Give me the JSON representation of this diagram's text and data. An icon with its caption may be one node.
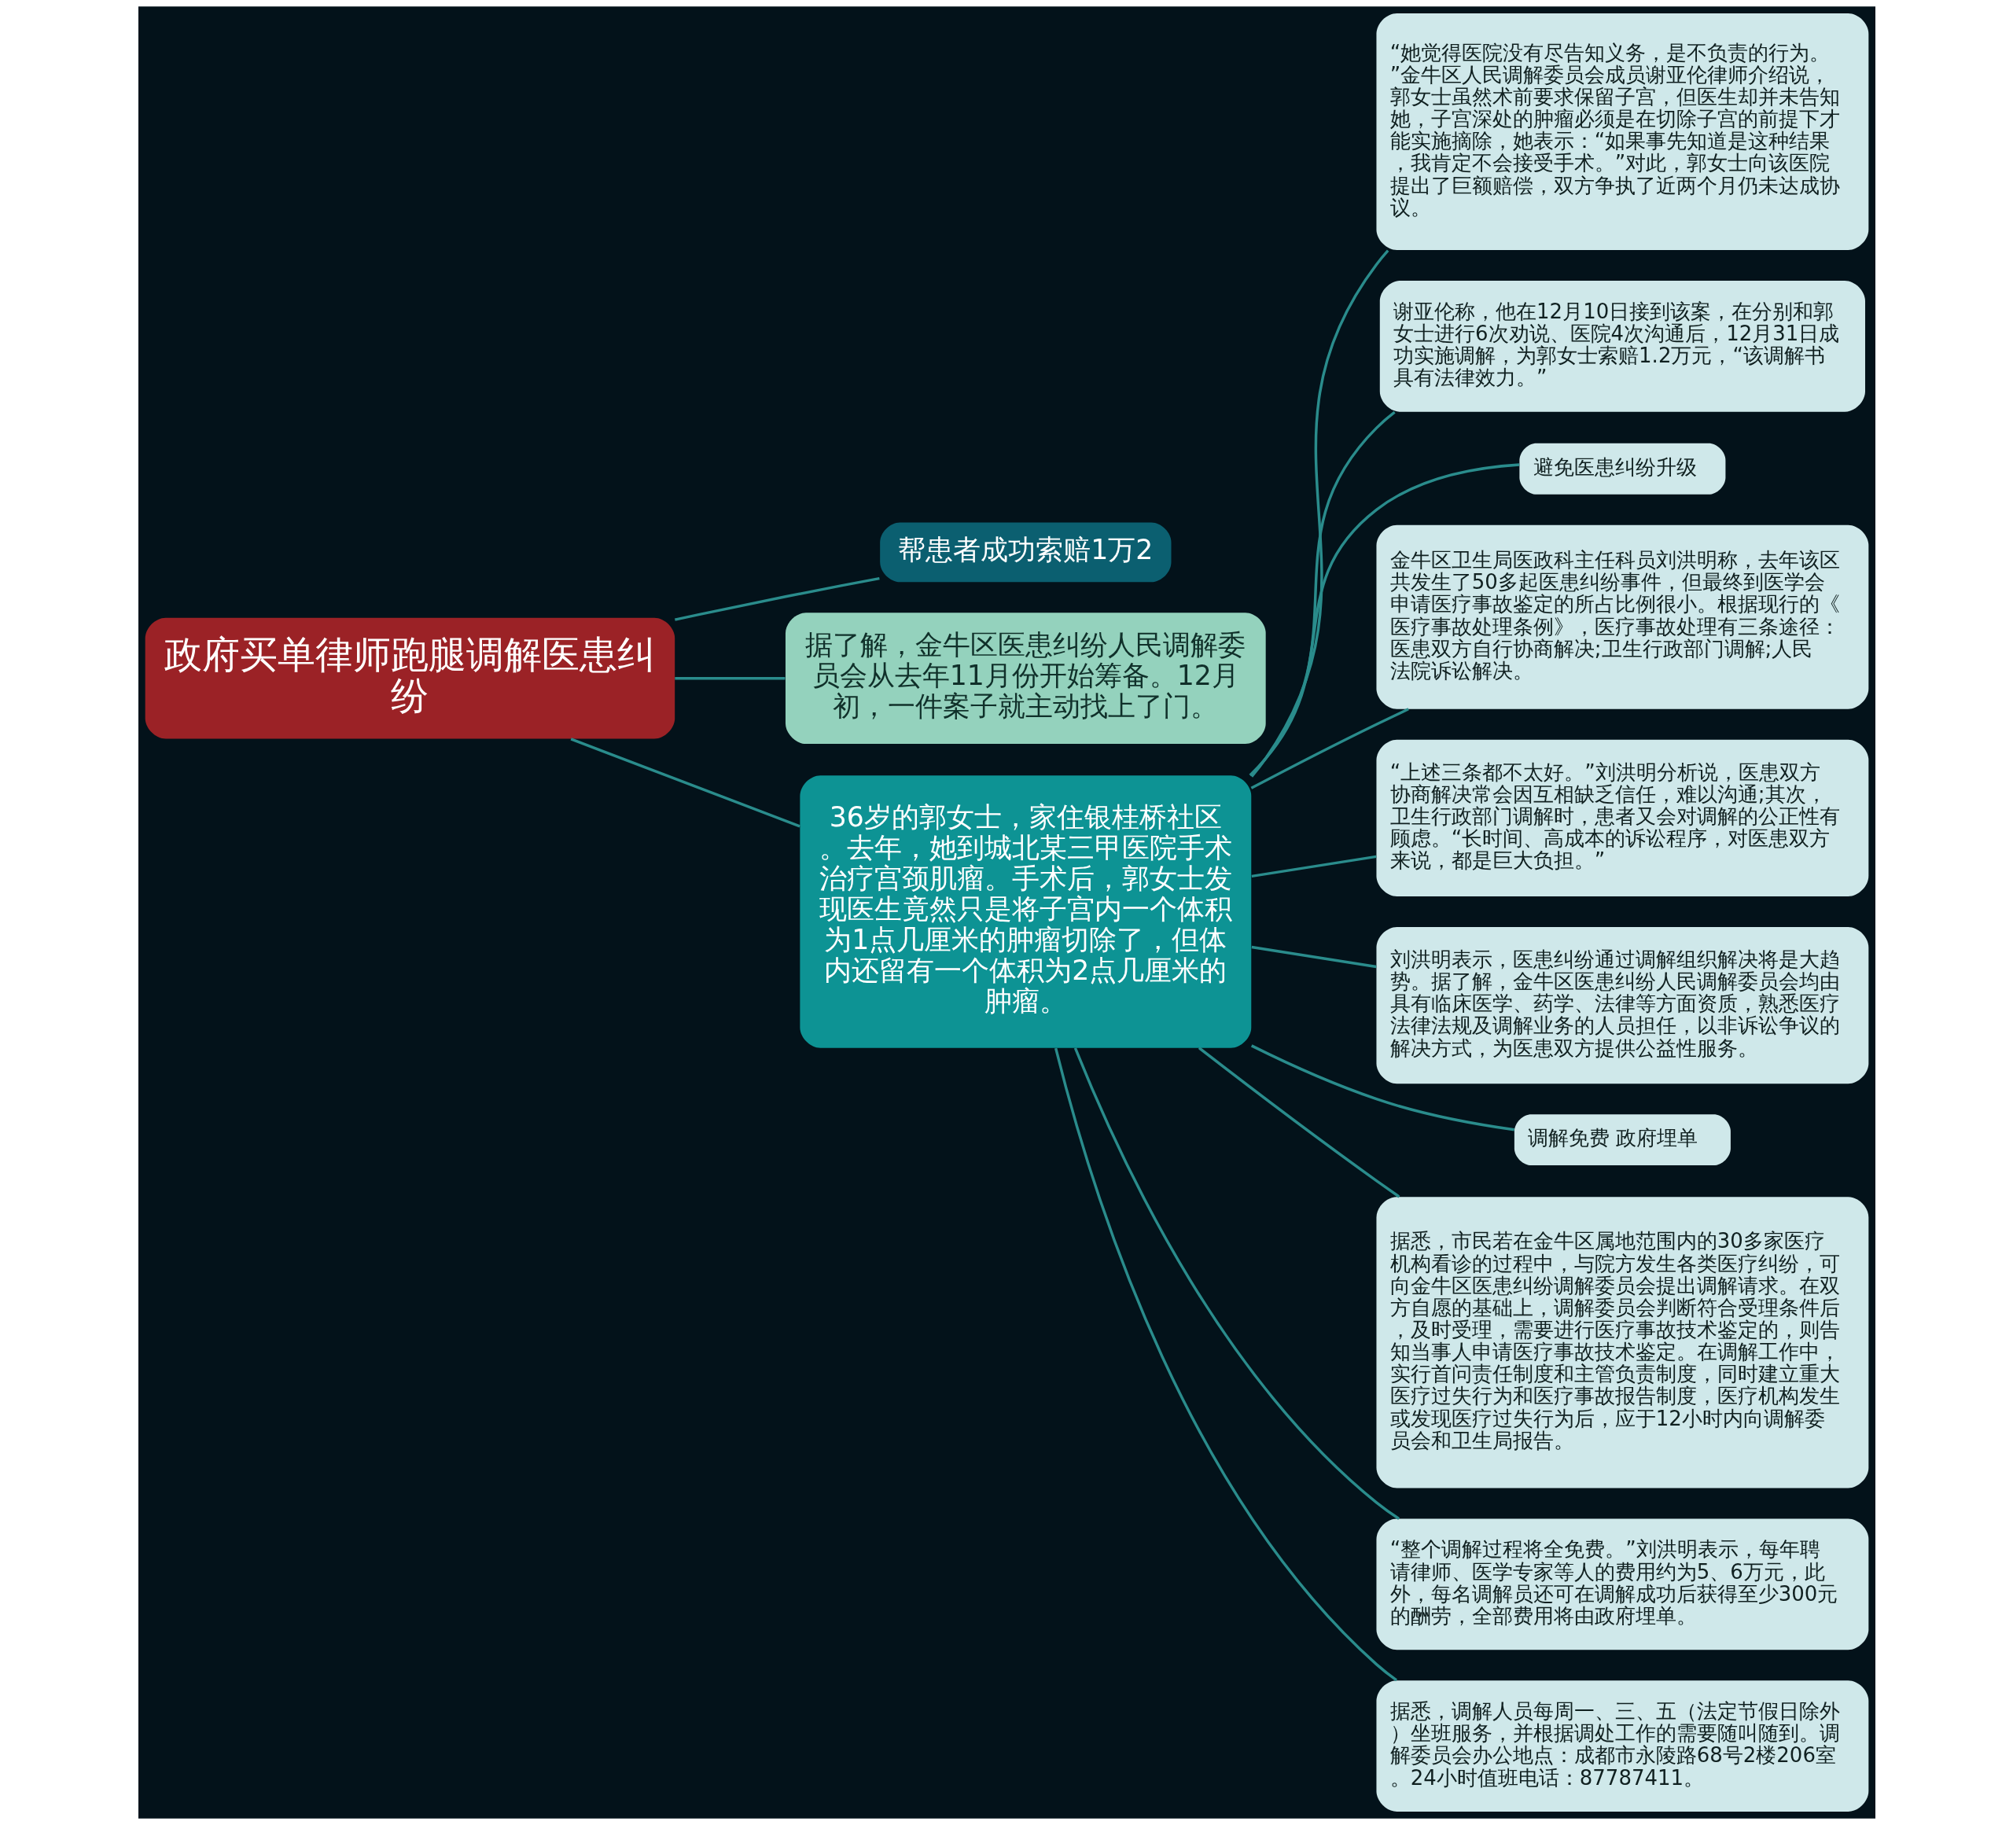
{
  "diagram": {
    "nodes": [
      {
        "text": [
          "政府买单律师跑腿调解医患纠纷"
        ]
      },
      {
        "text": [
          "帮患者成功索赔1万2"
        ]
      },
      {
        "text": [
          "据了解，金牛区医患纠纷人民调解委员会从去年11月份开始筹备。12月初，一件案子就主动找上了门。"
        ]
      },
      {
        "text": [
          "36岁的郭女士，家住银桂桥社区。去年，她到城北某三甲医院手术治疗宫颈肌瘤。手术后，郭女士发现医生竟然只是将子宫内一个体积为1点几厘米的肿瘤切除了，但体内还留有一个体积为2点几厘米的肿瘤。"
        ]
      },
      {
        "text": [
          "“她觉得医院没有尽告知义务，是不负责的行为。”金牛区人民调解委员会成员谢亚伦律师介绍说，郭女士虽然术前要求保留子宫，但医生却并未告知她，子宫深处的肿瘤必须是在切除子宫的前提下才能实施摘除，她表示：“如果事先知道是这种结果，我肯定不会接受手术。”对此，郭女士向该医院提出了巨额赔偿，双方争执了近两个月仍未达成协议。"
        ]
      },
      {
        "text": [
          "谢亚伦称，他在12月10日接到该案，在分别和郭女士进行6次劝说、医院4次沟通后，12月31日成功实施调解，为郭女士索赔1.2万元，“该调解书具有法律效力。”"
        ]
      },
      {
        "text": [
          "避免医患纠纷升级"
        ]
      },
      {
        "text": [
          "金牛区卫生局医政科主任科员刘洪明称，去年该区共发生了50多起医患纠纷事件，但最终到医学会申请医疗事故鉴定的所占比例很小。根据现行的《医疗事故处理条例》，医疗事故处理有三条途径：医患双方自行协商解决;卫生行政部门调解;人民法院诉讼解决。"
        ]
      },
      {
        "text": [
          "“上述三条都不太好。”刘洪明分析说，医患双方协商解决常会因互相缺乏信任，难以沟通;其次，卫生行政部门调解时，患者又会对调解的公正性有顾虑。“长时间、高成本的诉讼程序，对医患双方来说，都是巨大负担。”"
        ]
      },
      {
        "text": [
          "刘洪明表示，医患纠纷通过调解组织解决将是大趋势。据了解，金牛区医患纠纷人民调解委员会均由具有临床医学、药学、法律等方面资质，熟悉医疗法律法规及调解业务的人员担任，以非诉讼争议的解决方式，为医患双方提供公益性服务。"
        ]
      },
      {
        "text": [
          "调解免费 政府埋单"
        ]
      },
      {
        "text": [
          "据悉，市民若在金牛区属地范围内的30多家医疗机构看诊的过程中，与院方发生各类医疗纠纷，可向金牛区医患纠纷调解委员会提出调解请求。在双方自愿的基础上，调解委员会判断符合受理条件后，及时受理，需要进行医疗事故技术鉴定的，则告知当事人申请医疗事故技术鉴定。在调解工作中，实行首问责任制度和主管负责制度，同时建立重大医疗过失行为和医疗事故报告制度，医疗机构发生或发现医疗过失行为后，应于12小时内向调解委员会和卫生局报告。"
        ]
      },
      {
        "text": [
          "“整个调解过程将全免费。”刘洪明表示，每年聘请律师、医学专家等人的费用约为5、6万元，此外，每名调解员还可在调解成功后获得至少300元的酬劳，全部费用将由政府埋单。"
        ]
      },
      {
        "text": [
          "据悉，调解人员每周一、三、五（法定节假日除外）坐班服务，并根据调处工作的需要随叫随到。调解委员会办公地点：成都市永陵路68号2楼206室。24小时值班电话：87787411。"
        ]
      }
    ],
    "edges": [
      {
        "from": 0,
        "to": 1,
        "arrow": "none"
      },
      {
        "from": 0,
        "to": 2,
        "arrow": "none"
      },
      {
        "from": 0,
        "to": 3,
        "arrow": "none"
      },
      {
        "from": 3,
        "to": 4,
        "arrow": "none"
      },
      {
        "from": 3,
        "to": 5,
        "arrow": "none"
      },
      {
        "from": 3,
        "to": 6,
        "arrow": "none"
      },
      {
        "from": 3,
        "to": 7,
        "arrow": "none"
      },
      {
        "from": 3,
        "to": 8,
        "arrow": "none"
      },
      {
        "from": 3,
        "to": 9,
        "arrow": "none"
      },
      {
        "from": 3,
        "to": 10,
        "arrow": "none"
      },
      {
        "from": 3,
        "to": 11,
        "arrow": "none"
      },
      {
        "from": 3,
        "to": 12,
        "arrow": "none"
      },
      {
        "from": 3,
        "to": 13,
        "arrow": "none"
      }
    ]
  }
}
